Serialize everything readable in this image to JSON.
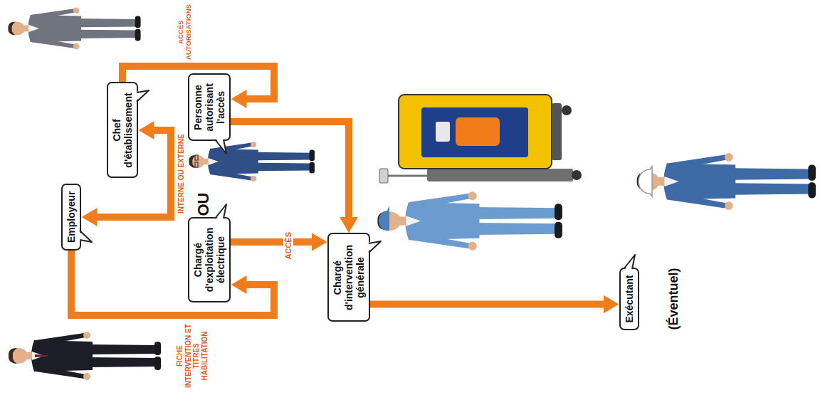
{
  "diagram": {
    "nodes": [
      {
        "text": [
          "Employeur"
        ]
      },
      {
        "text": [
          "Chef d'établissement"
        ]
      },
      {
        "text": [
          "Chargé d'exploitation électrique"
        ]
      },
      {
        "text": [
          "Personne autorisant l'accès"
        ]
      },
      {
        "text": [
          "Chargé d'intervention générale"
        ]
      },
      {
        "text": [
          "Exécutant"
        ]
      }
    ],
    "edges": [
      {
        "from": 0,
        "to": 1,
        "arrow": "both",
        "label": "INTERNE OU EXTERNE"
      },
      {
        "from": 0,
        "to": 2,
        "arrow": "to",
        "label": "FICHE INTERVENTION ET TITRES HABILITATION"
      },
      {
        "from": 1,
        "to": 3,
        "arrow": "to",
        "label": "ACCÈS AUTORISATIONS"
      },
      {
        "from": 2,
        "to": 4,
        "arrow": "to",
        "label": "ACCÈS"
      },
      {
        "from": 3,
        "to": 4,
        "arrow": "to"
      },
      {
        "from": 4,
        "to": 5,
        "arrow": "to"
      }
    ],
    "labels": [
      "OU",
      "(Éventuel)"
    ]
  }
}
